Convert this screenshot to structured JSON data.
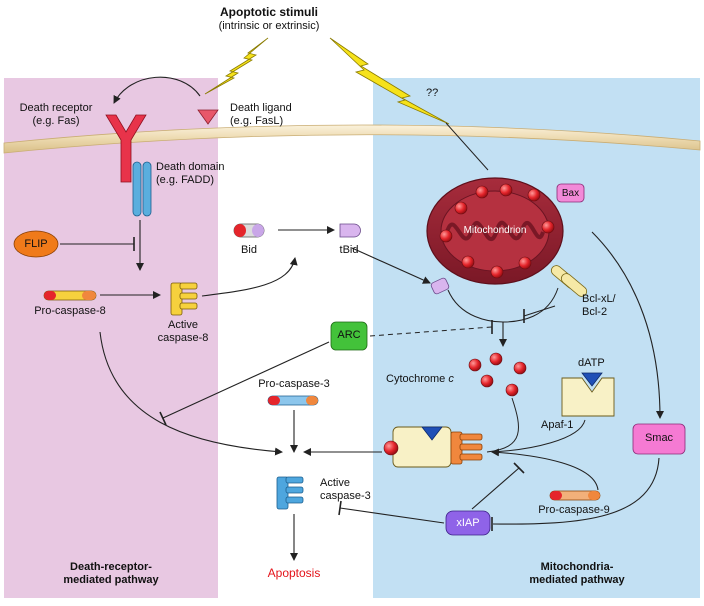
{
  "title": {
    "main": "Apoptotic stimuli",
    "sub": "(intrinsic or extrinsic)"
  },
  "labels": {
    "question": "??",
    "death_receptor": [
      "Death receptor",
      "(e.g. Fas)"
    ],
    "death_ligand": [
      "Death ligand",
      "(e.g. FasL)"
    ],
    "death_domain": [
      "Death domain",
      "(e.g. FADD)"
    ],
    "flip": "FLIP",
    "pro_caspase_8": "Pro-caspase-8",
    "active_caspase_8": [
      "Active",
      "caspase-8"
    ],
    "bid": "Bid",
    "tbid": "tBid",
    "arc": "ARC",
    "mitochondrion": "Mitochondrion",
    "bax": "Bax",
    "bclxl": [
      "Bcl-xL/",
      "Bcl-2"
    ],
    "cytochrome": "Cytochrome",
    "cytochrome_c": "c",
    "datp": "dATP",
    "apaf1": "Apaf-1",
    "pro_caspase_3": "Pro-caspase-3",
    "smac": "Smac",
    "active_caspase_3": [
      "Active",
      "caspase-3"
    ],
    "xiap": "xIAP",
    "pro_caspase_9": "Pro-caspase-9",
    "apoptosis": "Apoptosis",
    "left_pathway": [
      "Death-receptor-",
      "mediated pathway"
    ],
    "right_pathway": [
      "Mitochondria-",
      "mediated pathway"
    ]
  },
  "colors": {
    "left_panel": "#e8c8e2",
    "right_panel": "#c2e0f3",
    "membrane": "#f1e1bf",
    "receptor": "#e8334a",
    "domain": "#5aaede",
    "flip": "#f07a1a",
    "arc": "#43c23a",
    "mito_outer": "#8e2030",
    "mito_inner": "#b53140",
    "smac": "#f57ad3",
    "xiap": "#8f63e8",
    "apoptosis_text": "#e4141b",
    "cyto_red": "#e5252b",
    "caspase_yellow": "#f6d13d",
    "caspase_orange": "#f0873d",
    "caspase_blue": "#4ea6de",
    "datp": "#1f4fb6"
  }
}
